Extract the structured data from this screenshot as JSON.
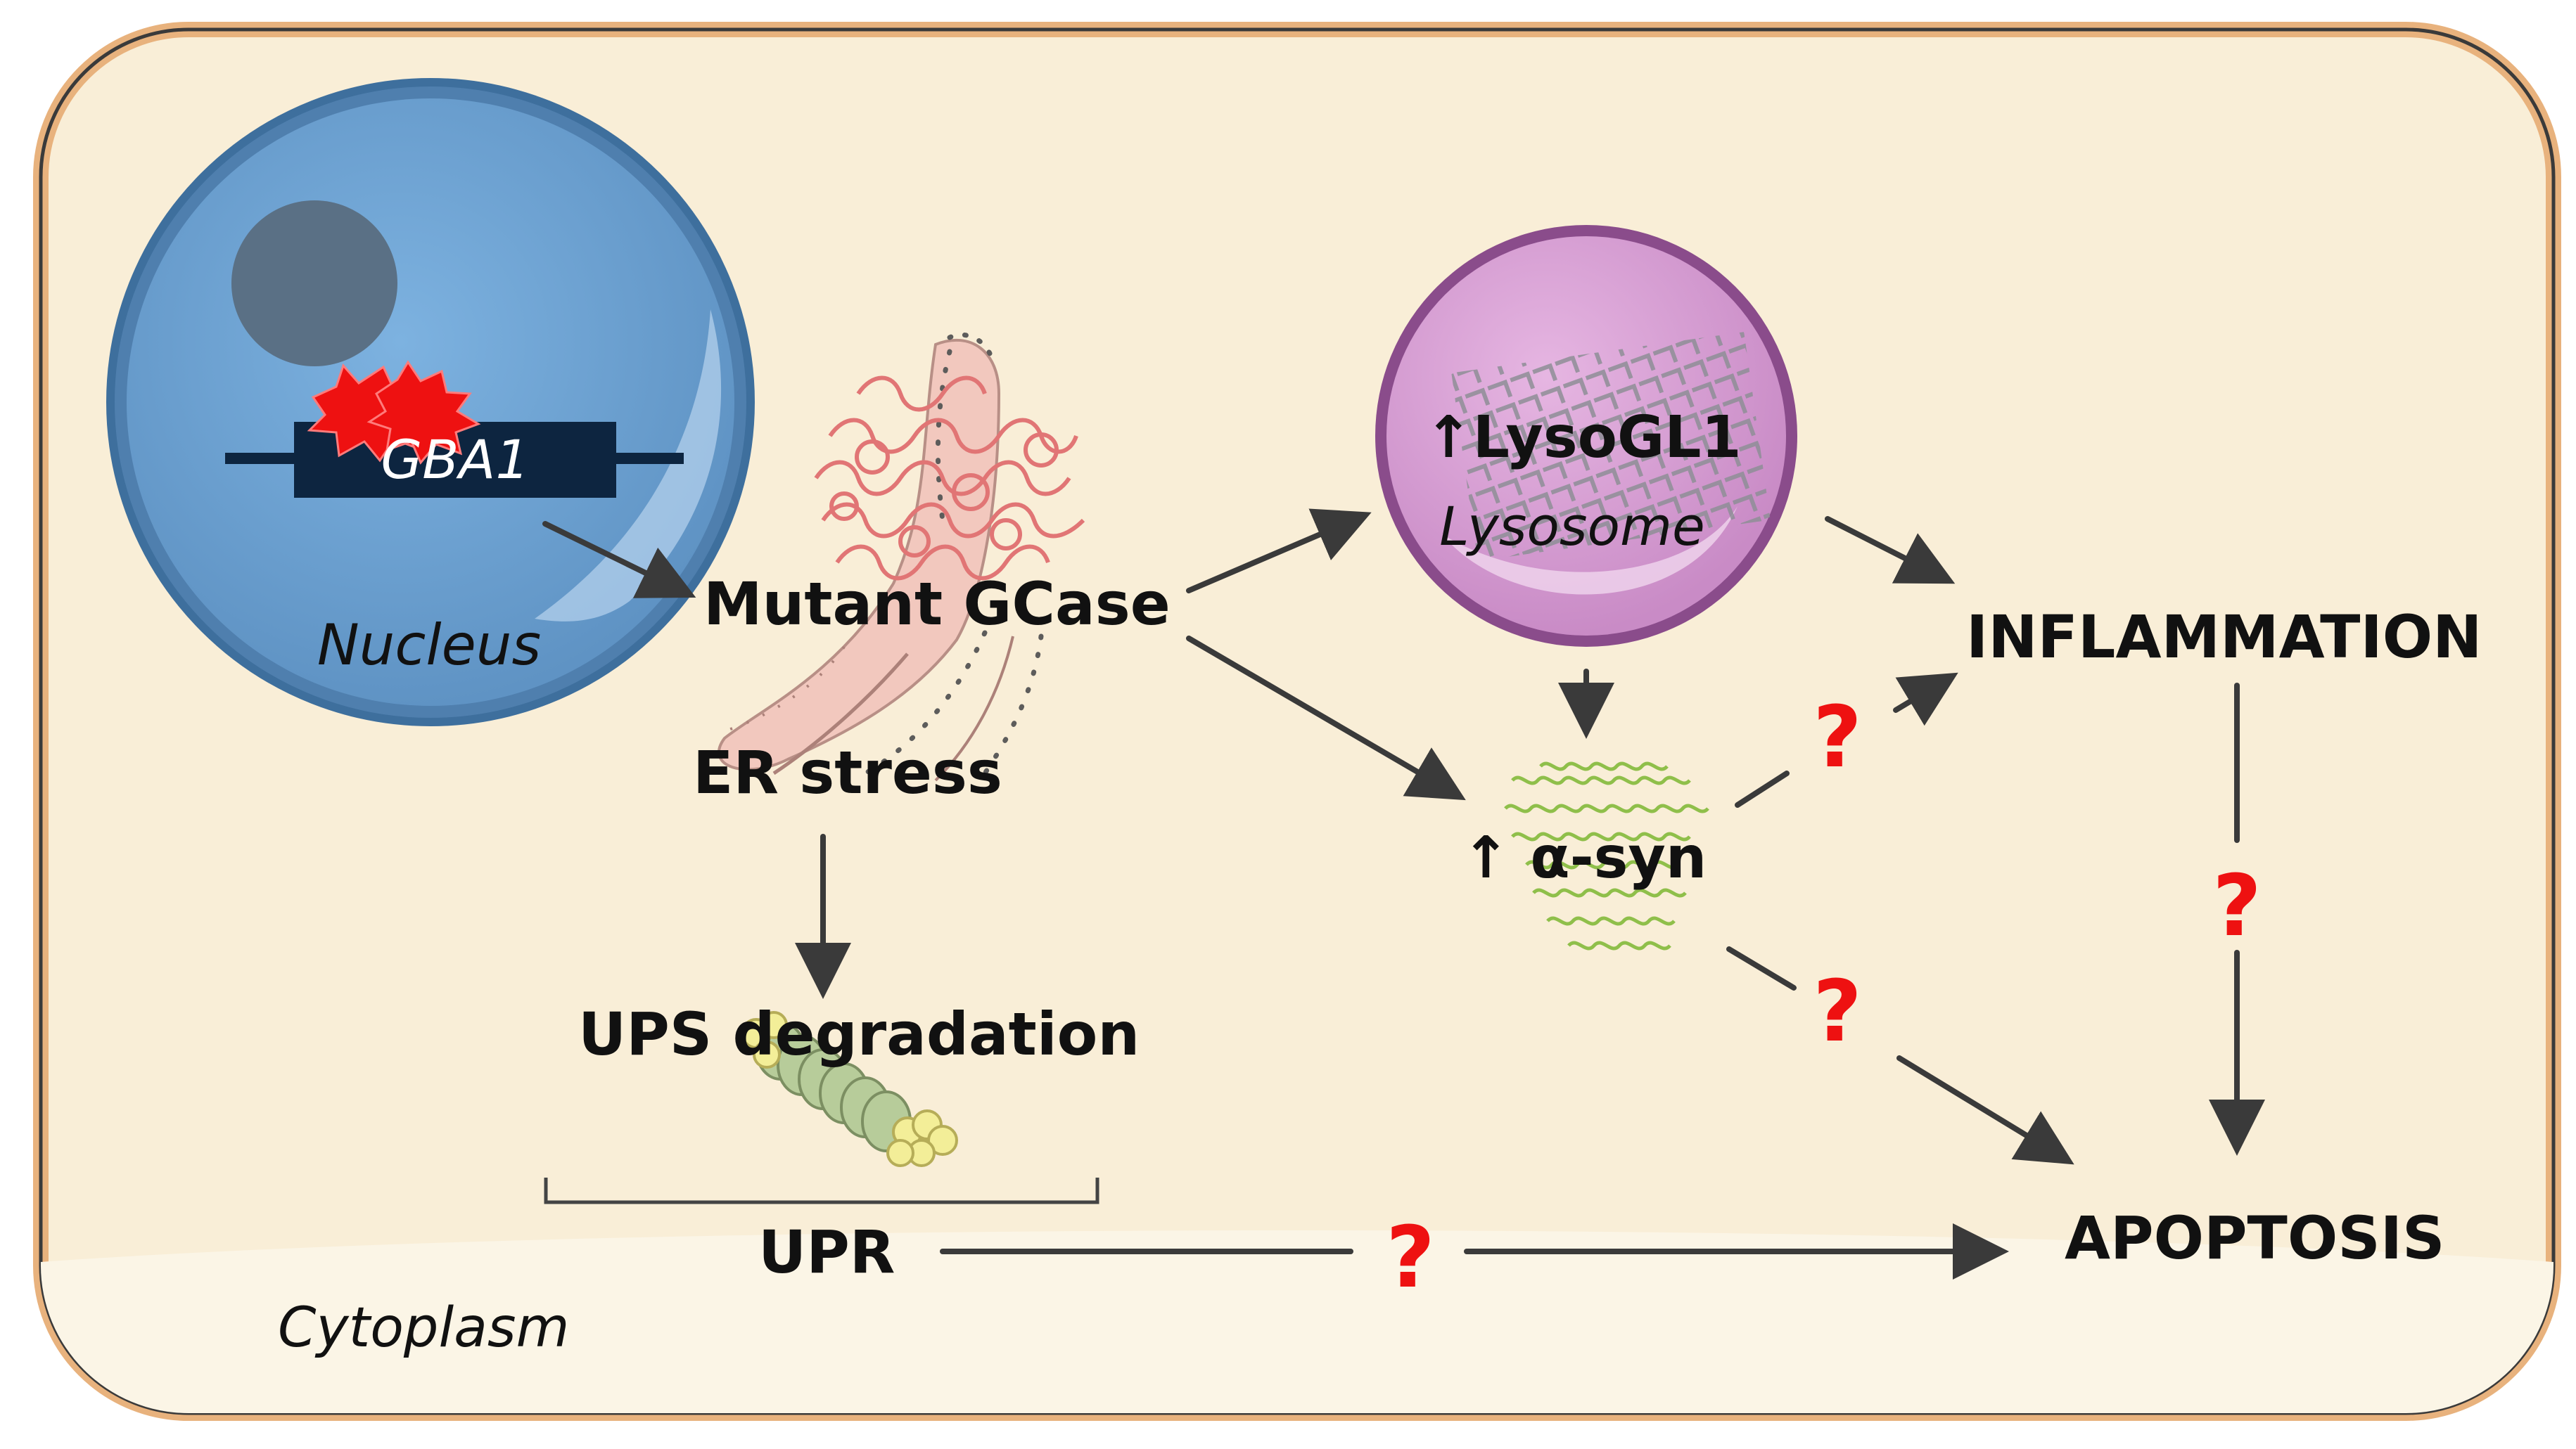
{
  "labels": {
    "gene": "GBA1",
    "nucleus": "Nucleus",
    "mutant": "Mutant GCase",
    "er_stress": "ER stress",
    "ups": "UPS degradation",
    "upr": "UPR",
    "lysogl1": "↑LysoGL1",
    "lysosome": "Lysosome",
    "asyn": "↑ α-syn",
    "inflammation": "INFLAMMATION",
    "apoptosis": "APOPTOSIS",
    "cytoplasm": "Cytoplasm"
  },
  "unknown_link_marker": "?",
  "colors": {
    "cell_fill": "#f9eed7",
    "cell_border": "#e8b27d",
    "nucleus_fill": "#6fa6d6",
    "nucleolus": "#5a7085",
    "gene_box": "#0d2540",
    "mutation": "#ee1111",
    "lysosome_fill": "#d9a2d6",
    "lysosome_border": "#8a4c8b",
    "question": "#ee1111",
    "arrow": "#3a3a3a"
  }
}
